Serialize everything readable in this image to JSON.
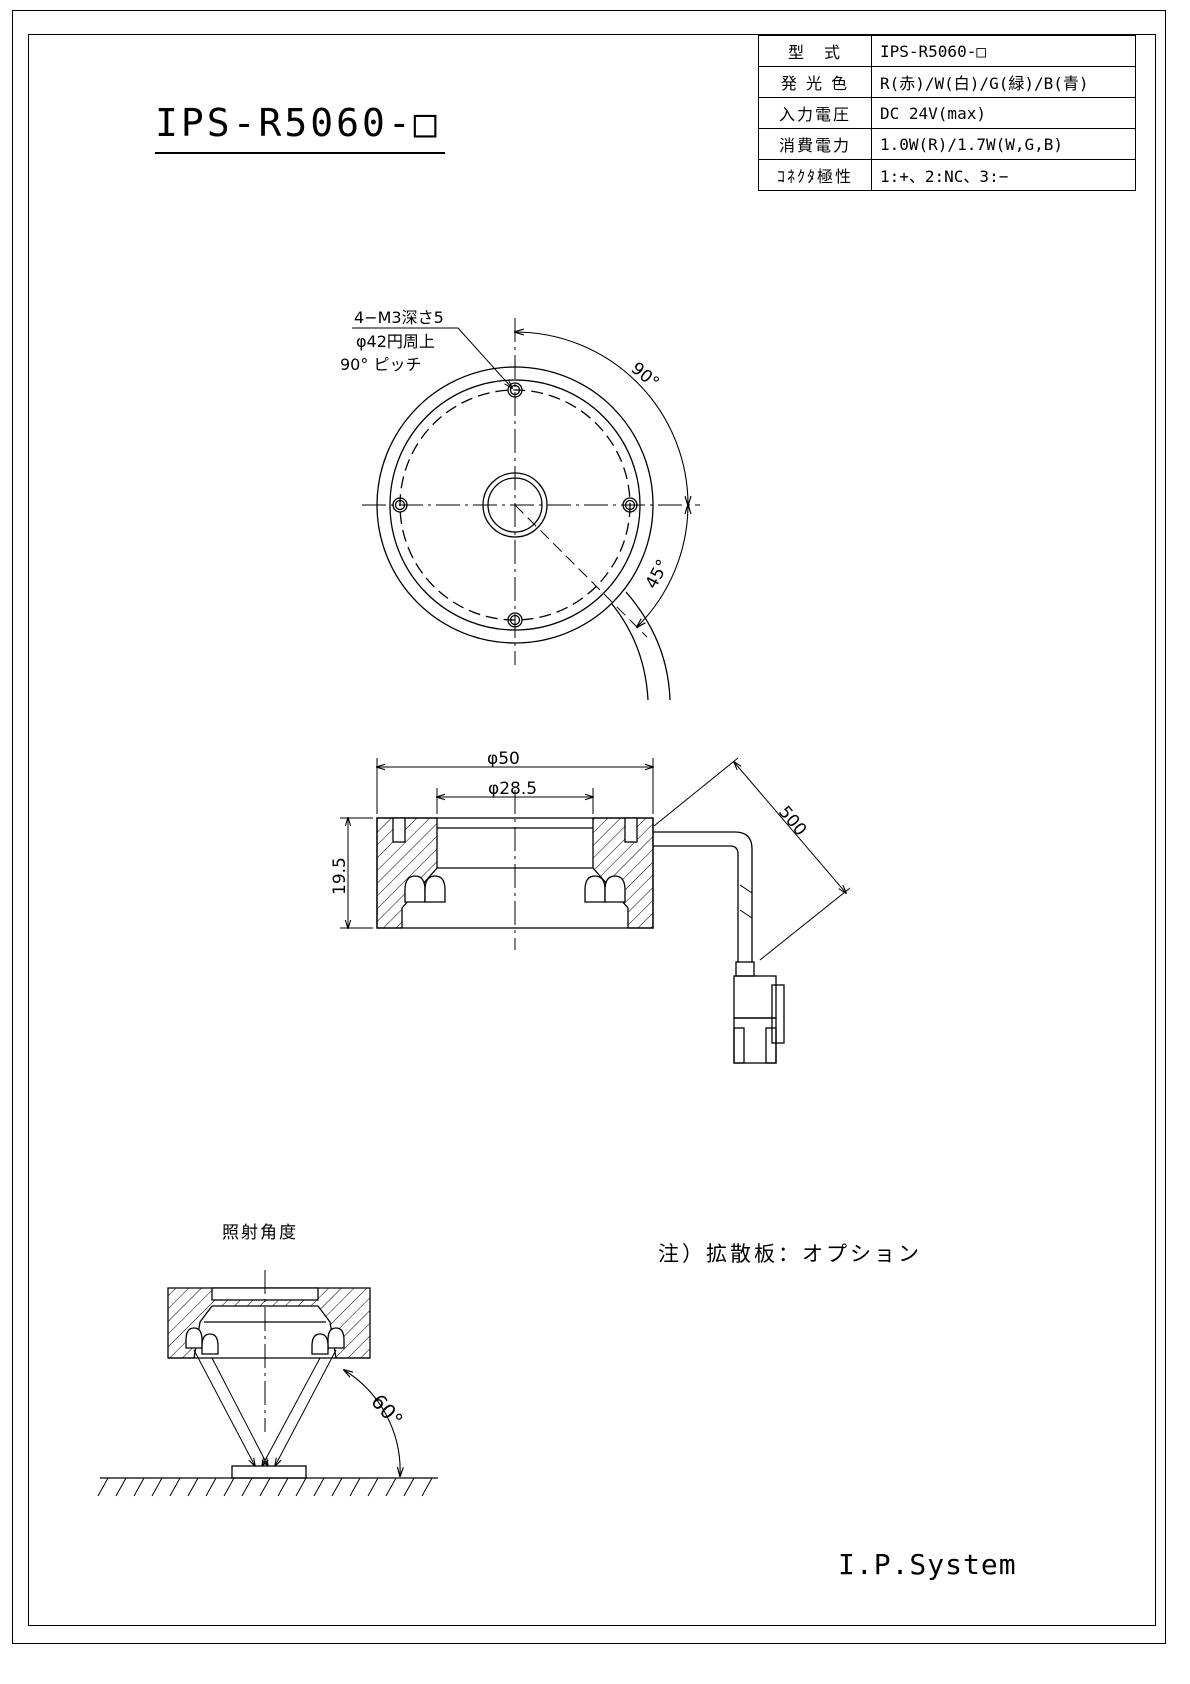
{
  "title": "IPS-R5060-□",
  "spec_table": {
    "rows": [
      {
        "key": "型　式",
        "value": "IPS-R5060-□"
      },
      {
        "key": "発 光 色",
        "value": "R(赤)/W(白)/G(緑)/B(青)"
      },
      {
        "key": "入力電圧",
        "value": "DC 24V(max)"
      },
      {
        "key": "消費電力",
        "value": "1.0W(R)/1.7W(W,G,B)"
      },
      {
        "key": "ｺﾈｸﾀ極性",
        "value": "1:+、2:NC、3:−"
      }
    ]
  },
  "top_view": {
    "hole_note_line1": "4−M3深さ5",
    "hole_note_line2": "φ42円周上",
    "hole_note_line3": "90° ピッチ",
    "angle_90": "90°",
    "angle_45": "45°"
  },
  "section_view": {
    "outer_diameter": "φ50",
    "inner_diameter": "φ28.5",
    "height": "19.5",
    "cable_length": "500"
  },
  "illumination": {
    "title": "照射角度",
    "angle": "60°"
  },
  "note": "注）拡散板：オプション",
  "brand": "I.P.System"
}
